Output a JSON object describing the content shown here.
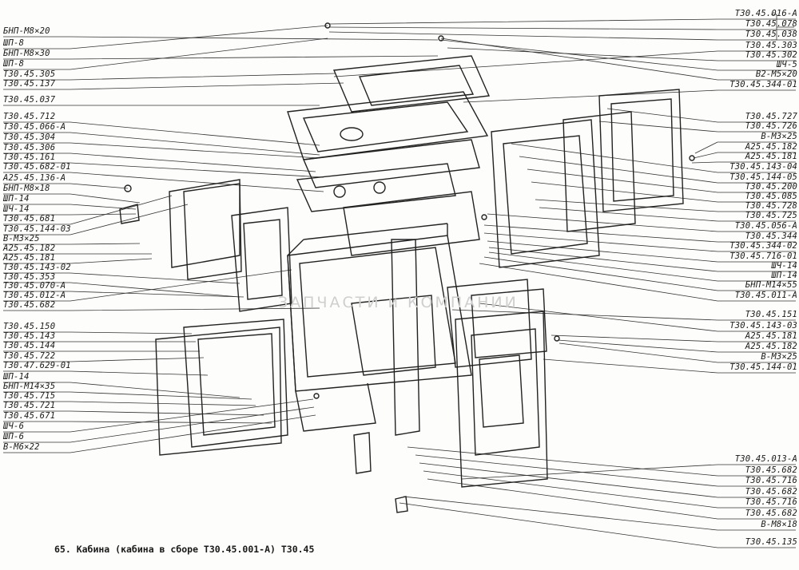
{
  "caption": "65. Кабина (кабина в сборе Т30.45.001-А) Т30.45",
  "watermark": "ЗАПЧАСТИ и КОМПАНИИ",
  "labels_left": [
    "БНП-М8×20",
    "ШП-8",
    "БНП-М8×30",
    "ШП-8",
    "Т30.45.305",
    "Т30.45.137",
    "Т30.45.037",
    "Т30.45.712",
    "Т30.45.066-А",
    "Т30.45.304",
    "Т30.45.306",
    "Т30.45.161",
    "Т30.45.682-01",
    "А25.45.136-А",
    "БНП-М8×18",
    "ШП-14",
    "ШЧ-14",
    "Т30.45.681",
    "Т30.45.144-03",
    "В-М3×25",
    "А25.45.182",
    "А25.45.181",
    "Т30.45.143-02",
    "Т30.45.353",
    "Т30.45.070-А",
    "Т30.45.012-А",
    "Т30.45.682",
    "Т30.45.150",
    "Т30.45.143",
    "Т30.45.144",
    "Т30.45.722",
    "Т30.47.629-01",
    "ШП-14",
    "БНП-М14×35",
    "Т30.45.715",
    "Т30.45.721",
    "Т30.45.671",
    "ШЧ-6",
    "ШП-6",
    "В-М6×22"
  ],
  "labels_right": [
    "Т30.45.016-А",
    "Т30.45.078",
    "Т30.45.038",
    "Т30.45.303",
    "Т30.45.302",
    "ШЧ-5",
    "В2-М5×20",
    "Т30.45.344-01",
    "Т30.45.727",
    "Т30.45.726",
    "В-М3×25",
    "А25.45.182",
    "А25.45.181",
    "Т30.45.143-04",
    "Т30.45.144-05",
    "Т30.45.200",
    "Т30.45.085",
    "Т30.45.728",
    "Т30.45.725",
    "Т30.45.056-А",
    "Т30.45.344",
    "Т30.45.344-02",
    "Т30.45.716-01",
    "ШЧ-14",
    "ШП-14",
    "БНП-М14×55",
    "Т30.45.011-А",
    "Т30.45.151",
    "Т30.45.143-03",
    "А25.45.181",
    "А25.45.182",
    "В-М3×25",
    "Т30.45.144-01",
    "Т30.45.013-А",
    "Т30.45.682",
    "Т30.45.716",
    "Т30.45.682",
    "Т30.45.716",
    "Т30.45.682",
    "В-М8×18",
    "Т30.45.135"
  ]
}
